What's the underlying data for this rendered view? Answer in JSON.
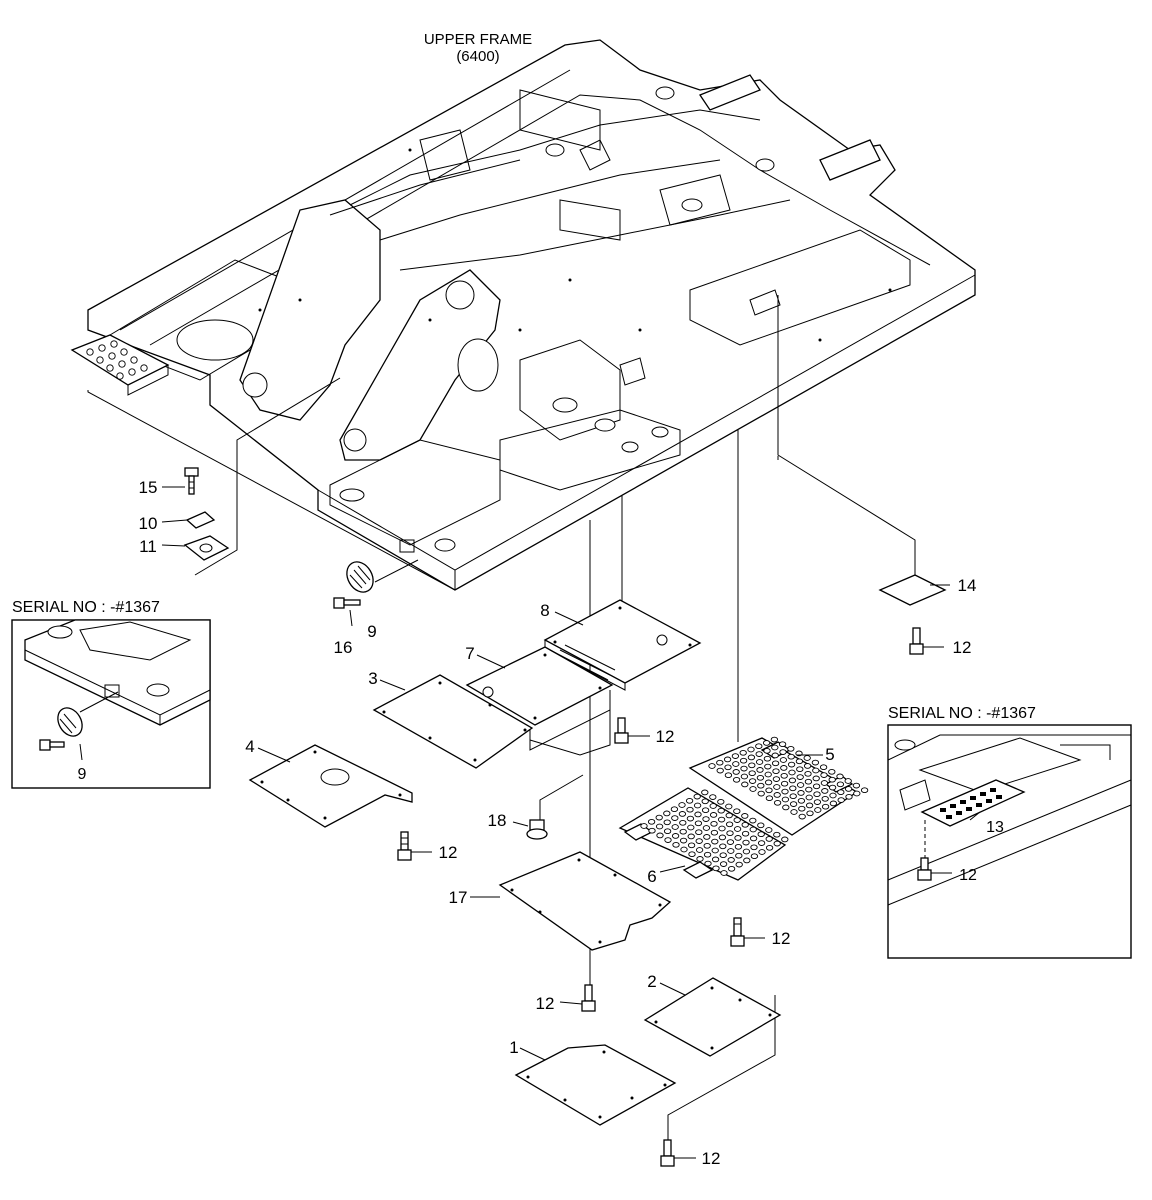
{
  "frame_title": {
    "line1": "UPPER FRAME",
    "line2": "(6400)"
  },
  "insets": [
    {
      "label": "SERIAL NO : -#1367",
      "part": "9"
    },
    {
      "label": "SERIAL NO : -#1367",
      "callouts": [
        "13",
        "12"
      ]
    }
  ],
  "callouts": {
    "p1": "1",
    "p2": "2",
    "p3": "3",
    "p4": "4",
    "p5": "5",
    "p6": "6",
    "p7": "7",
    "p8": "8",
    "p9": "9",
    "p10": "10",
    "p11": "11",
    "p12": "12",
    "p14": "14",
    "p15": "15",
    "p16": "16",
    "p17": "17",
    "p18": "18"
  }
}
